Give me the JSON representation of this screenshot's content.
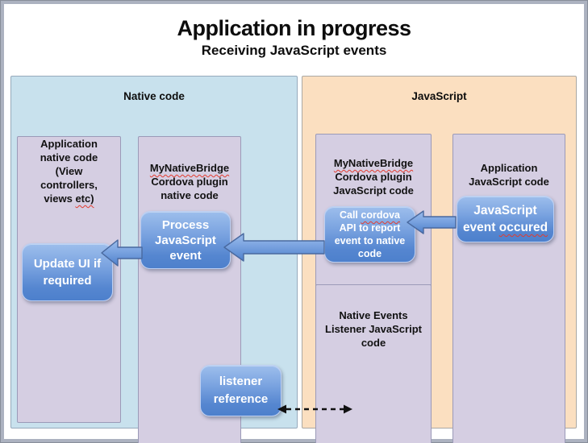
{
  "title": "Application in progress",
  "subtitle": "Receiving JavaScript events",
  "native_section": {
    "label": "Native code",
    "app_box": {
      "line1": "Application",
      "line2": "native code",
      "line3": "(View",
      "line4": "controllers,",
      "line5_pre": "views ",
      "line5_sq": "etc)"
    },
    "bridge_box": {
      "line1_sq": "MyNativeBridge",
      "line2": "Cordova plugin",
      "line3": "native code"
    },
    "process_button": {
      "line1": "Process",
      "line2": "JavaScript",
      "line3": "event"
    },
    "update_button": {
      "line1": "Update UI if",
      "line2": "required"
    },
    "listener_button": {
      "line1": "listener",
      "line2": "reference"
    }
  },
  "js_section": {
    "label": "JavaScript",
    "bridge_box": {
      "line1_sq": "MyNativeBridge",
      "line2": "Cordova plugin",
      "line3": "JavaScript code"
    },
    "call_button": {
      "line1_pre": "Call ",
      "line1_sq": "cordova",
      "line2": "API to report",
      "line3": "event to native",
      "line4": "code"
    },
    "events_box": {
      "line1": "Native Events",
      "line2": "Listener JavaScript",
      "line3": "code"
    },
    "app_box": {
      "line1": "Application",
      "line2": "JavaScript code"
    },
    "occured_button": {
      "line1": "JavaScript",
      "line2_pre": "event ",
      "line2_sq": "occured"
    }
  },
  "colors": {
    "native_bg": "#c8e1ed",
    "js_bg": "#fbdfc0",
    "inner_box_bg": "#d5cee2",
    "shape_blue": "#5586d0",
    "squiggle_red": "#e23b2e",
    "frame_gray": "#acb2c0"
  }
}
